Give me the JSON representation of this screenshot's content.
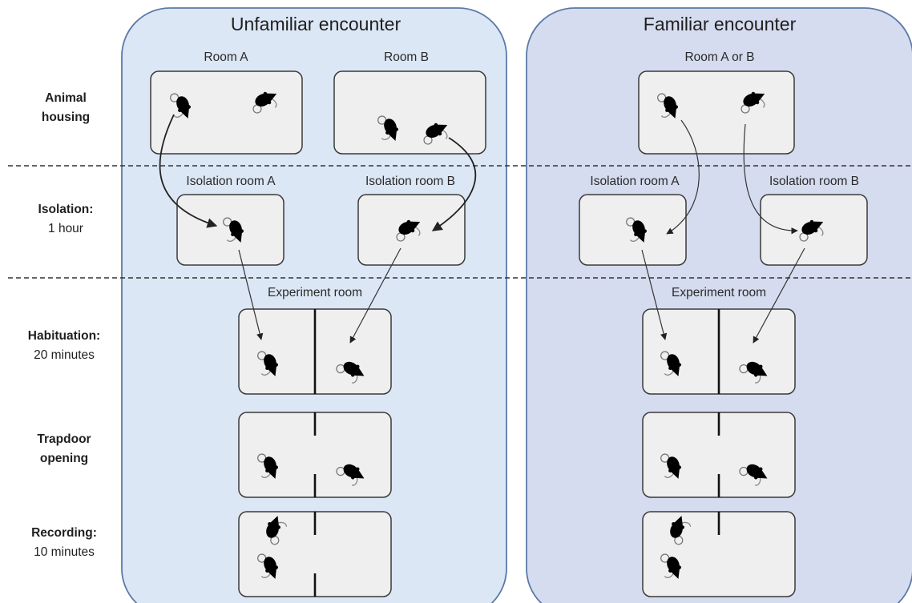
{
  "stages": [
    {
      "title": "Animal",
      "title2": "housing",
      "detail": ""
    },
    {
      "title": "Isolation:",
      "title2": "",
      "detail": "1 hour"
    },
    {
      "title": "Habituation:",
      "title2": "",
      "detail": "20 minutes"
    },
    {
      "title": "Trapdoor",
      "title2": "opening",
      "detail": ""
    },
    {
      "title": "Recording:",
      "title2": "",
      "detail": "10 minutes"
    }
  ],
  "unfamiliar": {
    "title": "Unfamiliar encounter",
    "room_a": "Room A",
    "room_b": "Room B",
    "isolation_a": "Isolation room A",
    "isolation_b": "Isolation room B",
    "experiment_room": "Experiment room"
  },
  "familiar": {
    "title": "Familiar encounter",
    "room_ab": "Room A or B",
    "isolation_a": "Isolation room A",
    "isolation_b": "Isolation room B",
    "experiment_room": "Experiment room"
  },
  "colors": {
    "unfamiliar_panel": "#dce7f5",
    "familiar_panel": "#d6dcef",
    "panel_border": "#5a7aa6",
    "box_fill": "#efefef",
    "mouse": "#000000"
  },
  "icons": [
    "mouse-icon",
    "arrow-icon"
  ]
}
